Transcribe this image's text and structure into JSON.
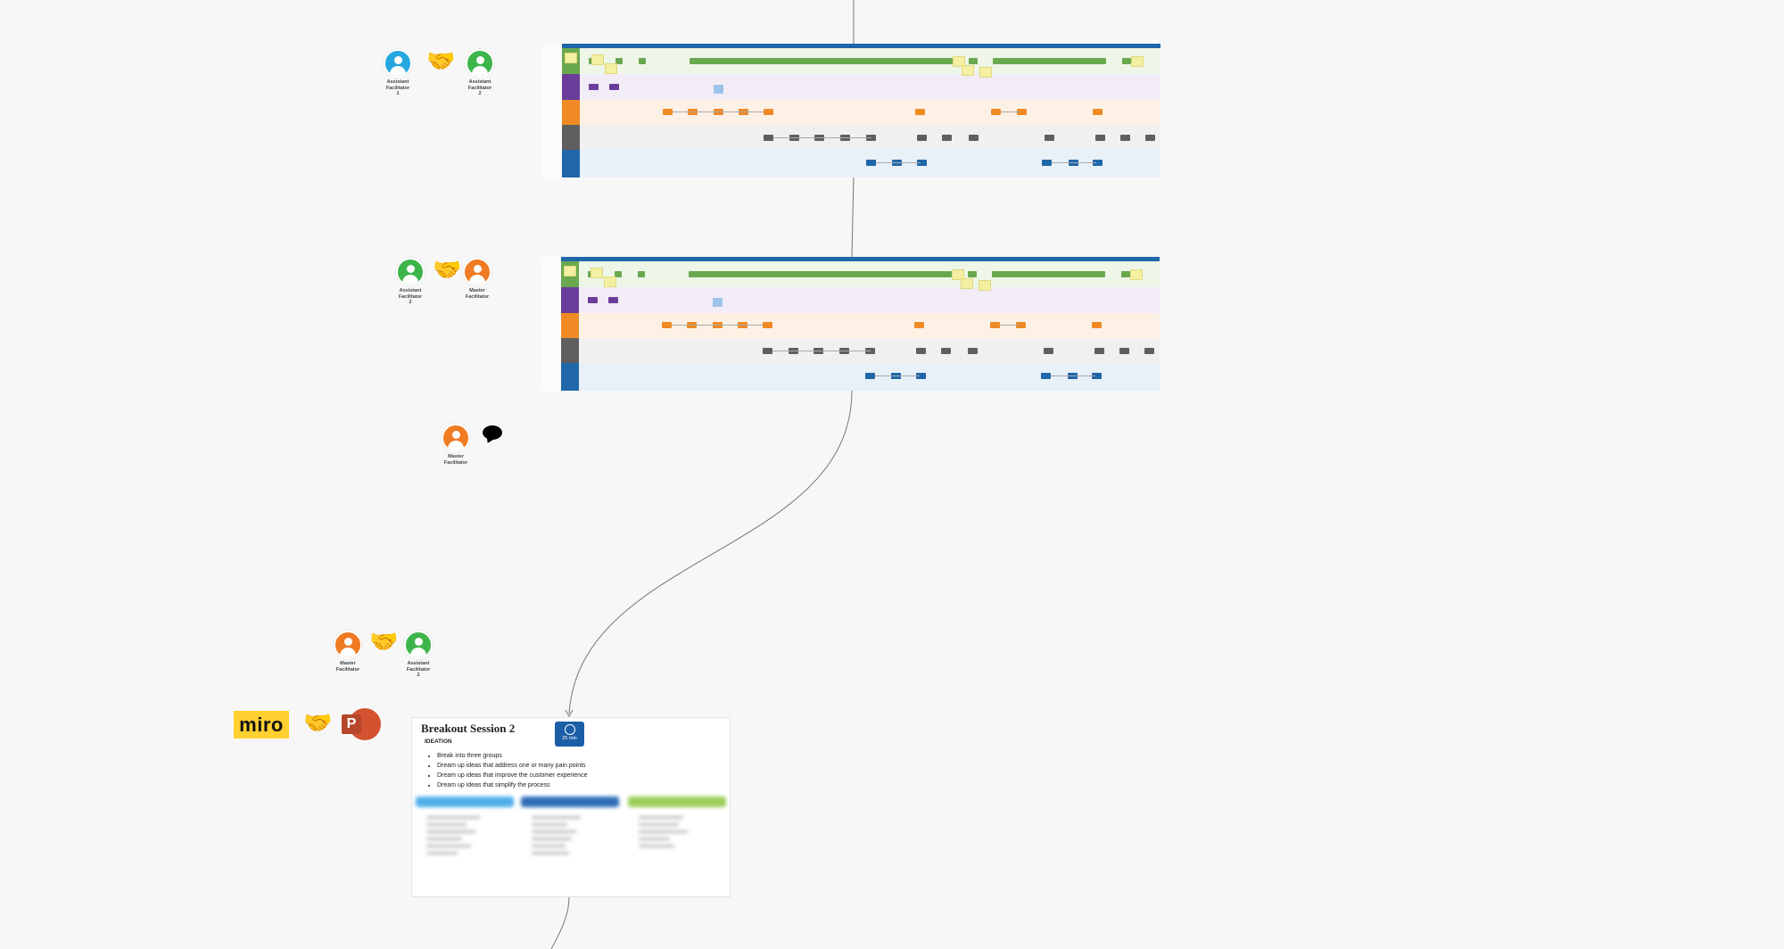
{
  "people": {
    "asst1": {
      "label": "Assistant\nFacilitator\n1",
      "color": "#27a7df"
    },
    "asst2": {
      "label": "Assistant\nFacilitator\n2",
      "color": "#3db54a"
    },
    "master": {
      "label": "Master\nFacilitator",
      "color": "#f07b22"
    }
  },
  "icons": {
    "handshake": "handshake-icon",
    "speech": "speech-bubble-icon",
    "timer": "stopwatch-icon"
  },
  "colors": {
    "lane_green": "#6aa84f",
    "lane_purple": "#6a3d9a",
    "lane_orange": "#f08a24",
    "lane_gray": "#5f5f5f",
    "lane_blue": "#1f67a8"
  },
  "tools": {
    "miro_label": "miro",
    "ppt_label": "P"
  },
  "slide": {
    "title": "Breakout Session 2",
    "subtitle": "IDEATION",
    "timer": "25 min",
    "bullets": [
      "Break into three groups",
      "Dream up ideas that address one or many pain points",
      "Dream up ideas that improve the customer experience",
      "Dream up ideas that simplify the process"
    ]
  }
}
